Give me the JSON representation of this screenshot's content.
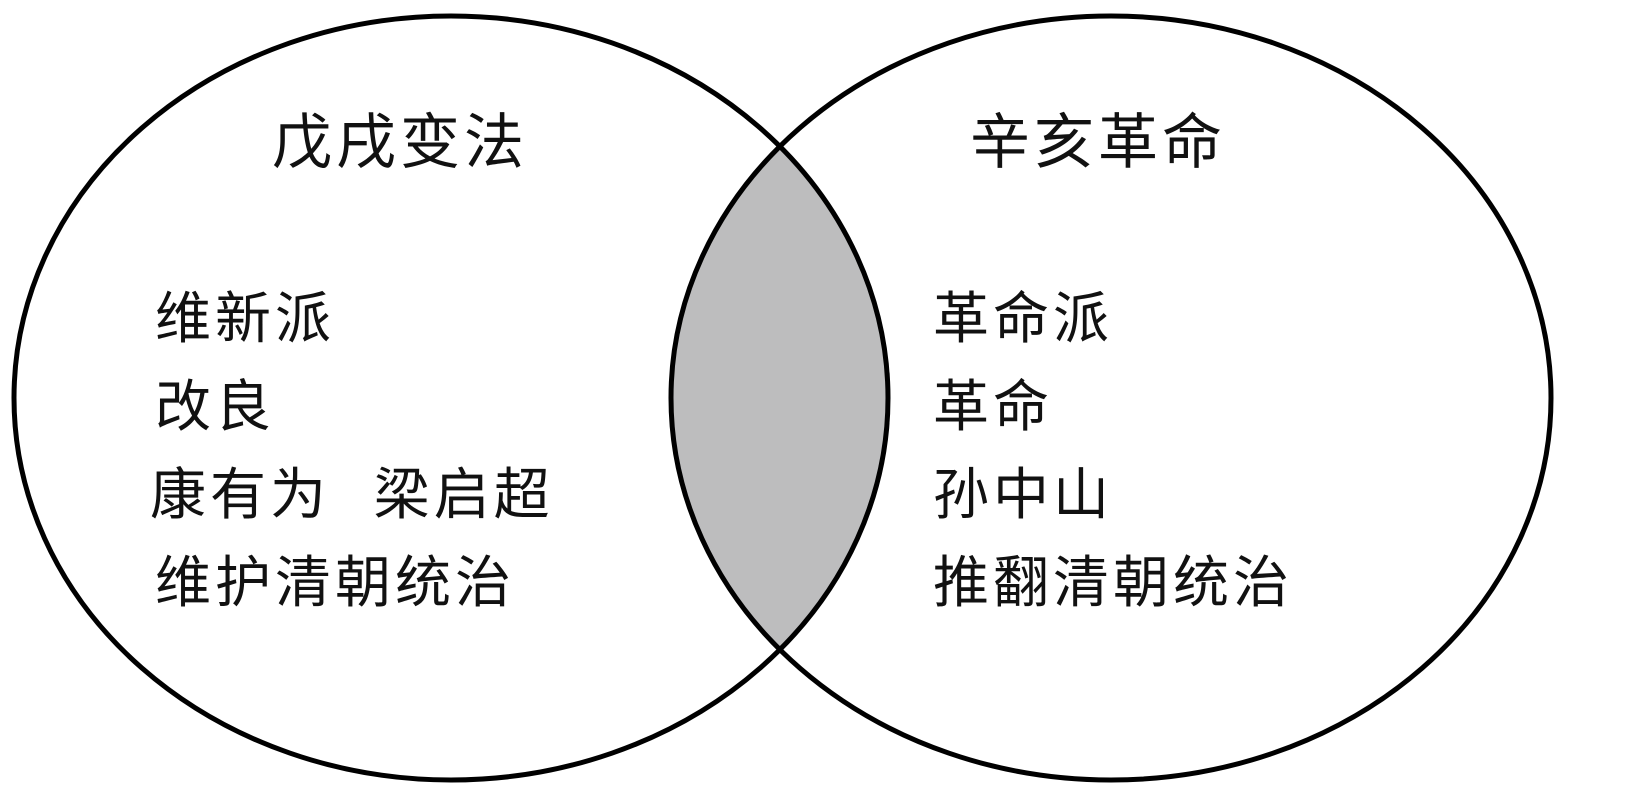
{
  "diagram": {
    "type": "venn",
    "colors": {
      "outline": "#000000",
      "overlap_fill": "#bdbdbe",
      "background": "#ffffff",
      "text": "#111111"
    },
    "left": {
      "title": "戊戌变法",
      "items": [
        "维新派",
        "改良",
        "康有为  梁启超",
        "维护清朝统治"
      ]
    },
    "right": {
      "title": "辛亥革命",
      "items": [
        "革命派",
        "革命",
        "孙中山",
        "推翻清朝统治"
      ]
    },
    "overlap": {
      "items": []
    }
  }
}
